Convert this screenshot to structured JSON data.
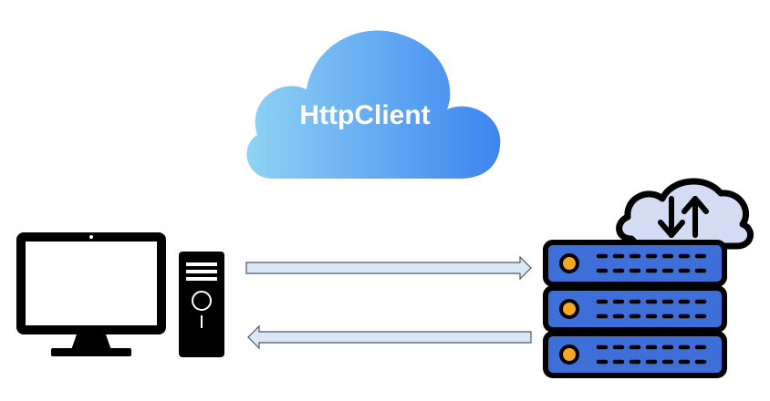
{
  "cloud": {
    "label": "HttpClient",
    "gradient_start": "#8fd3f4",
    "gradient_end": "#3d84f0"
  },
  "client": {
    "icon": "desktop-computer-icon"
  },
  "server": {
    "icon": "server-rack-icon",
    "badge_icon": "cloud-sync-icon",
    "unit_color": "#3e6fd8",
    "led_color": "#f5a623"
  },
  "arrows": {
    "request_direction": "right",
    "response_direction": "left",
    "fill_color": "#dbe7f4",
    "stroke_color": "#4a5a6e"
  }
}
